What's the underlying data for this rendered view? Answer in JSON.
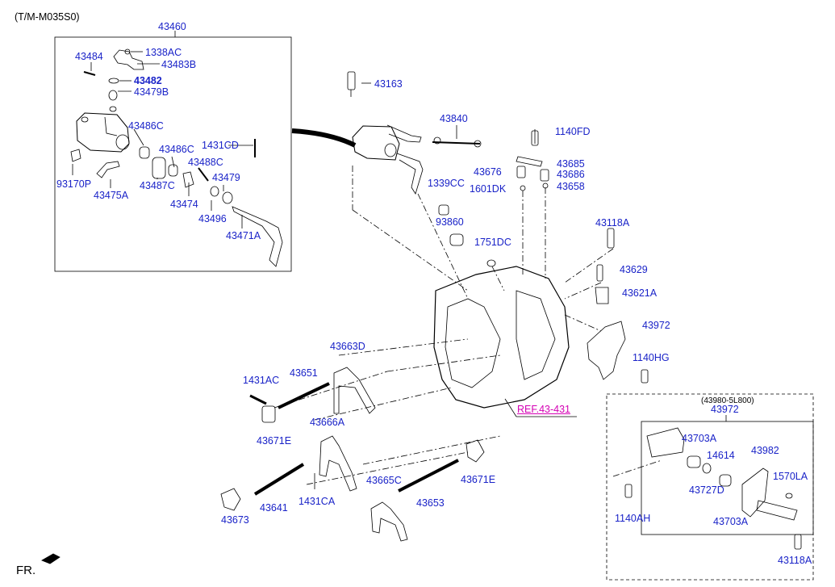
{
  "header": {
    "model_code": "(T/M-M035S0)"
  },
  "labels": {
    "p43460": "43460",
    "p43484": "43484",
    "p1338AC": "1338AC",
    "p43483B": "43483B",
    "p43482": "43482",
    "p43479B": "43479B",
    "p43486C_a": "43486C",
    "p43486C_b": "43486C",
    "p1431CD": "1431CD",
    "p43488C": "43488C",
    "p93170P": "93170P",
    "p43475A": "43475A",
    "p43487C": "43487C",
    "p43479": "43479",
    "p43474": "43474",
    "p43496": "43496",
    "p43471A": "43471A",
    "p43163": "43163",
    "p43840": "43840",
    "p1140FD": "1140FD",
    "p43685": "43685",
    "p43676": "43676",
    "p43686": "43686",
    "p1339CC": "1339CC",
    "p1601DK": "1601DK",
    "p43658": "43658",
    "p93860": "93860",
    "p1751DC": "1751DC",
    "p43118A_top": "43118A",
    "p43629": "43629",
    "p43621A": "43621A",
    "p43972": "43972",
    "p1140HG": "1140HG",
    "p43663D": "43663D",
    "p1431AC": "1431AC",
    "p43651": "43651",
    "p43671E_left": "43671E",
    "p43666A": "43666A",
    "p43641": "43641",
    "p1431CA": "1431CA",
    "p43673": "43673",
    "p43665C": "43665C",
    "p43653": "43653",
    "p43671E_right": "43671E",
    "ref": "REF.43-431",
    "box_code": "(43980-5L800)",
    "box_43972": "43972",
    "p43703A_top": "43703A",
    "p14614": "14614",
    "p43982": "43982",
    "p1570LA": "1570LA",
    "p43727D": "43727D",
    "p1140AH": "1140AH",
    "p43703A_bot": "43703A",
    "p43118A_bot": "43118A",
    "fr": "FR."
  },
  "colors": {
    "label": "#1a23c8",
    "ref": "#d400b4",
    "line": "#000000"
  }
}
